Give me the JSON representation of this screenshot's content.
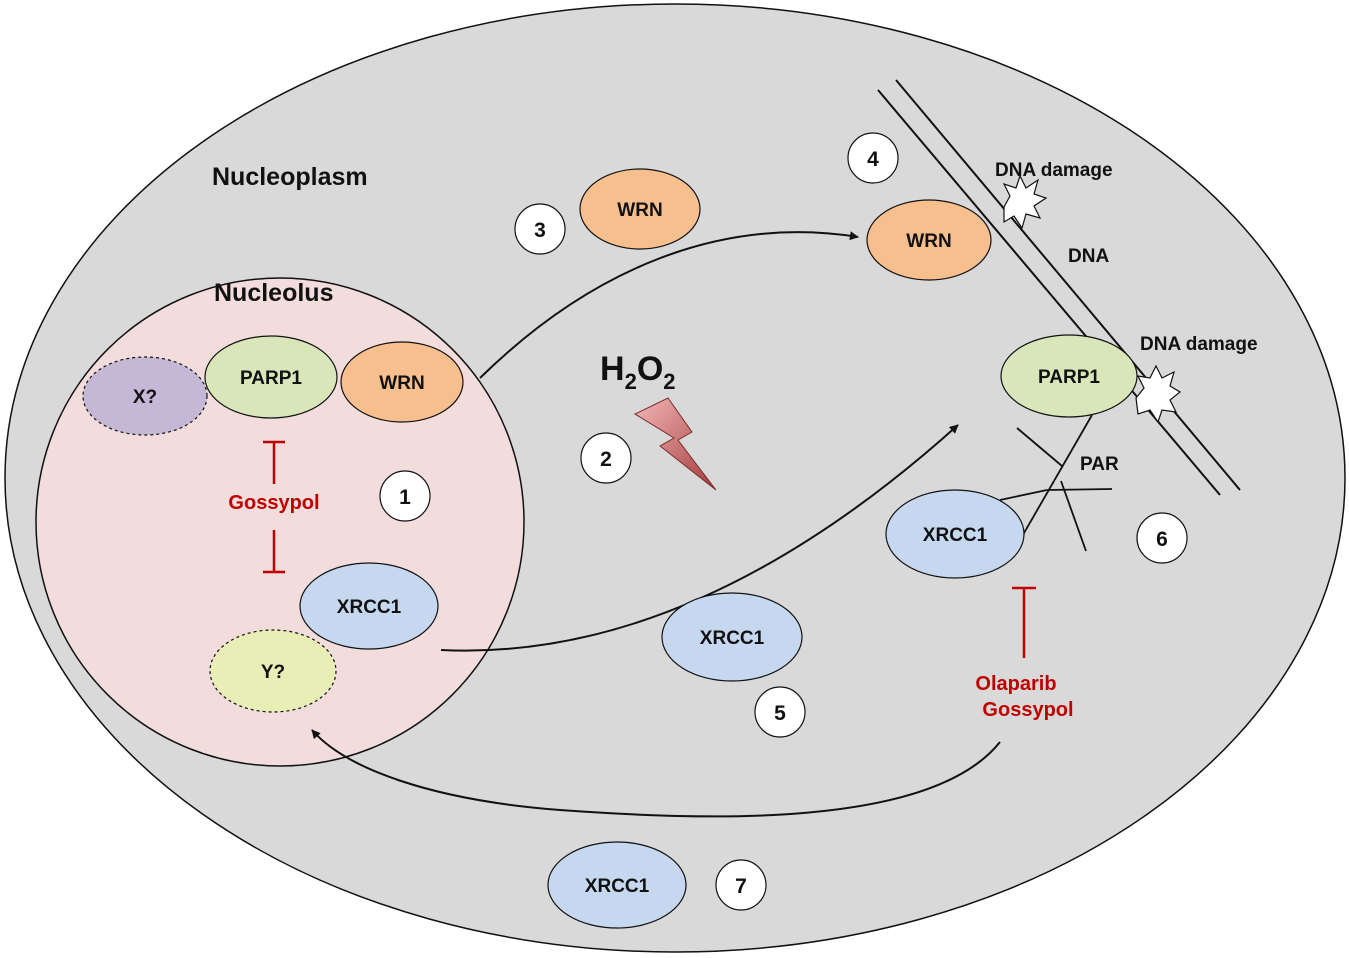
{
  "colors": {
    "nucleoplasm_fill": "#d9d9d9",
    "nucleolus_fill": "#f2dcdc",
    "wrn_fill": "#f7be8e",
    "parp1_fill": "#d8e6b9",
    "xrcc1_fill": "#c6d8ef",
    "x_fill": "#c5b8d6",
    "y_fill": "#e9eeb7",
    "inhibitor": "#c00000",
    "bolt_top": "#f3b7b7",
    "bolt_bottom": "#a33a3a",
    "outline": "#111111"
  },
  "regions": {
    "nucleoplasm": "Nucleoplasm",
    "nucleolus": "Nucleolus"
  },
  "proteins": {
    "x": "X?",
    "parp1_nucleolus": "PARP1",
    "wrn_nucleolus": "WRN",
    "xrcc1_nucleolus": "XRCC1",
    "y": "Y?",
    "wrn_free": "WRN",
    "wrn_dna": "WRN",
    "parp1_dna": "PARP1",
    "xrcc1_par": "XRCC1",
    "xrcc1_free": "XRCC1",
    "xrcc1_bottom": "XRCC1"
  },
  "steps": {
    "s1": "1",
    "s2": "2",
    "s3": "3",
    "s4": "4",
    "s5": "5",
    "s6": "6",
    "s7": "7"
  },
  "stimulus": {
    "h": "H",
    "sub1": "2",
    "o": "O",
    "sub2": "2",
    "icon": "lightning-bolt-icon"
  },
  "inhibitors": {
    "nucleolus_drug": "Gossypol",
    "par_drug_1": "Olaparib",
    "par_drug_2": "Gossypol"
  },
  "labels": {
    "dna": "DNA",
    "dna_damage_top": "DNA damage",
    "dna_damage_right": "DNA damage",
    "par": "PAR"
  }
}
